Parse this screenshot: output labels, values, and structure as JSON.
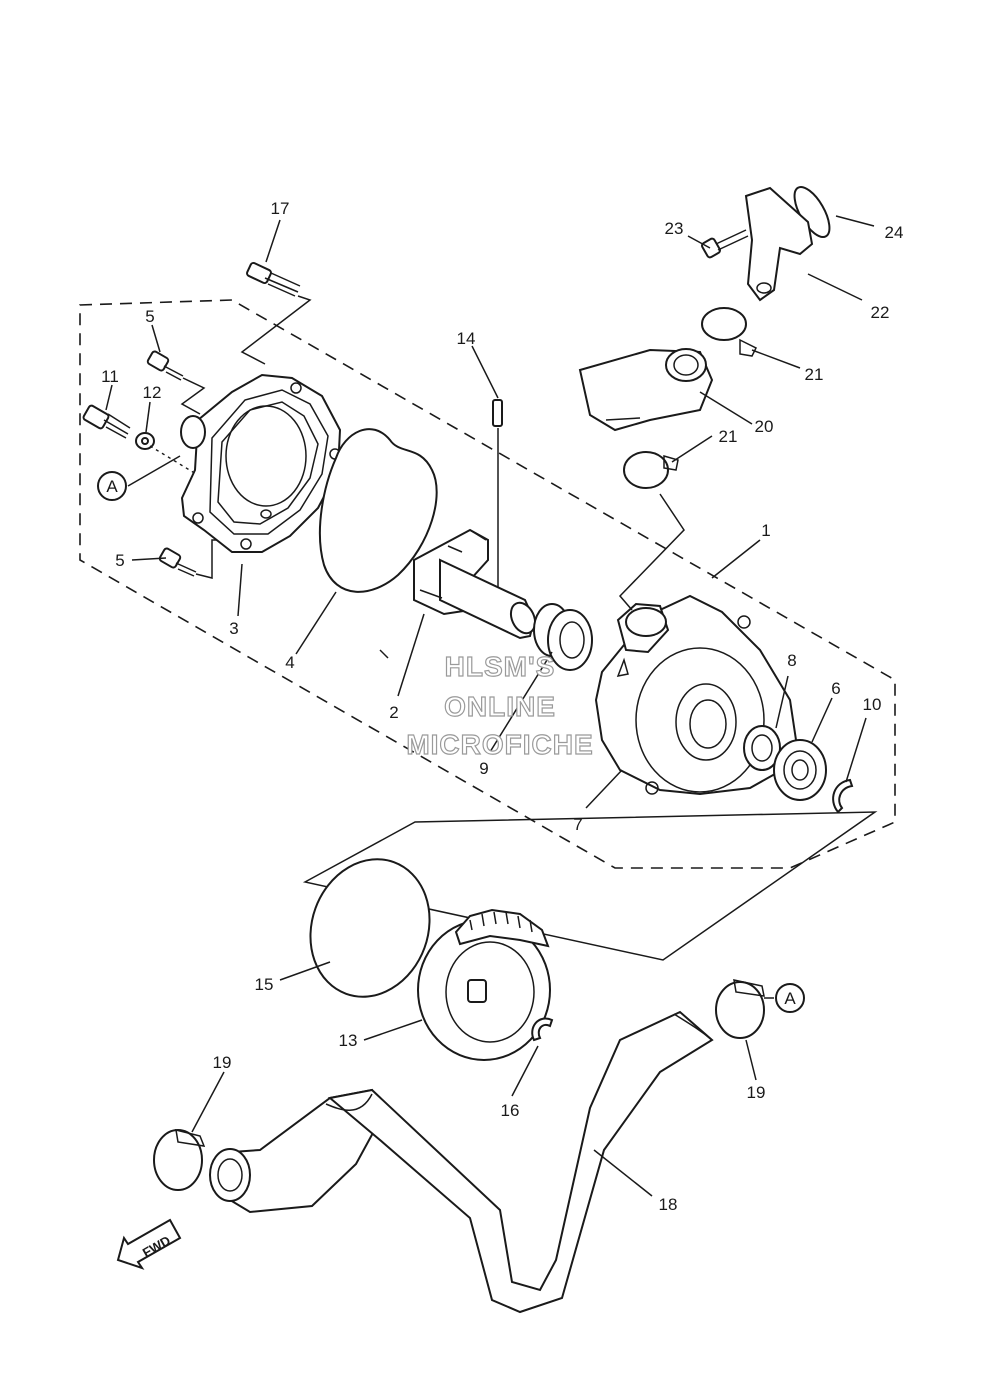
{
  "diagram": {
    "callouts": [
      "1",
      "2",
      "3",
      "4",
      "5",
      "6",
      "7",
      "8",
      "9",
      "10",
      "11",
      "12",
      "13",
      "14",
      "15",
      "16",
      "17",
      "18",
      "19",
      "20",
      "21",
      "22",
      "23",
      "24"
    ],
    "reference_markers": [
      "A"
    ],
    "watermark": [
      "HLSM'S",
      "ONLINE",
      "MICROFICHE"
    ],
    "direction_label": "FWD"
  }
}
